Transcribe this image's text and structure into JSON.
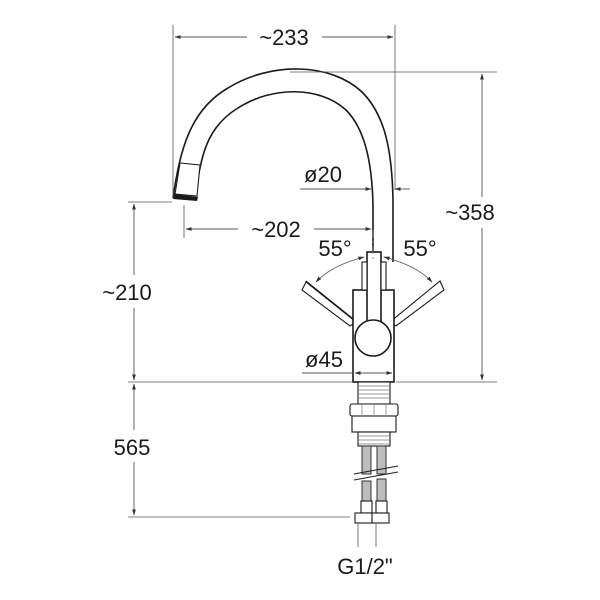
{
  "drawing": {
    "subject": "kitchen faucet technical drawing",
    "units": "mm",
    "line_color": "#1a1a1a",
    "dimension_color": "#555555",
    "background": "#ffffff"
  },
  "dimensions": {
    "spout_reach_total": "~233",
    "spout_reach": "~202",
    "total_height": "~358",
    "spout_height": "~210",
    "spout_diameter": "ø20",
    "body_diameter": "ø45",
    "lever_angle_left": "55°",
    "lever_angle_right": "55°",
    "hose_length": "565",
    "connection_thread": "G1/2\""
  }
}
